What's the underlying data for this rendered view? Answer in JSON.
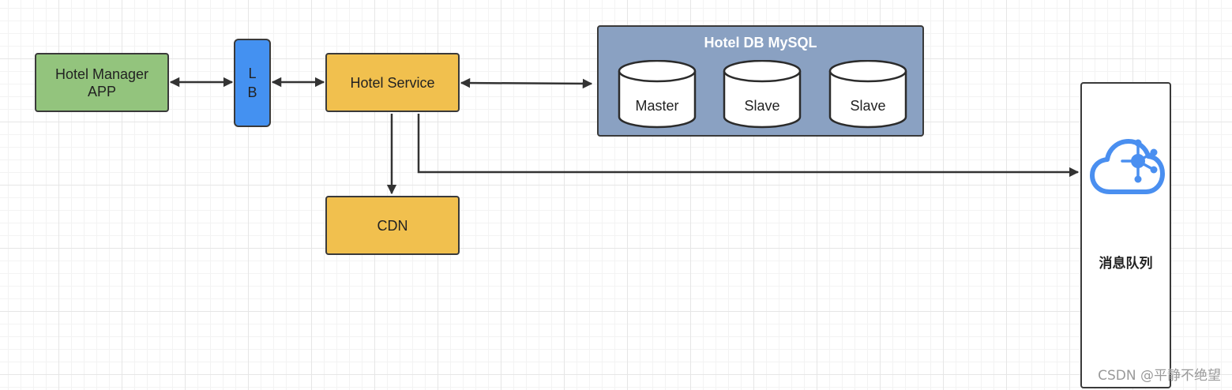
{
  "nodes": {
    "hotel_app": "Hotel Manager APP",
    "lb": "LB",
    "hotel_service": "Hotel Service",
    "cdn": "CDN",
    "message_queue": "消息队列"
  },
  "database": {
    "title": "Hotel DB MySQL",
    "instances": [
      "Master",
      "Slave",
      "Slave"
    ]
  },
  "icons": {
    "mq_icon": "cloud-hub-icon"
  },
  "colors": {
    "app": "#93c47d",
    "lb": "#4491f1",
    "service": "#f1c04e",
    "db_panel": "#8aa1c2",
    "mq_icon": "#4a8ff0"
  },
  "watermark": "CSDN @平静不绝望"
}
